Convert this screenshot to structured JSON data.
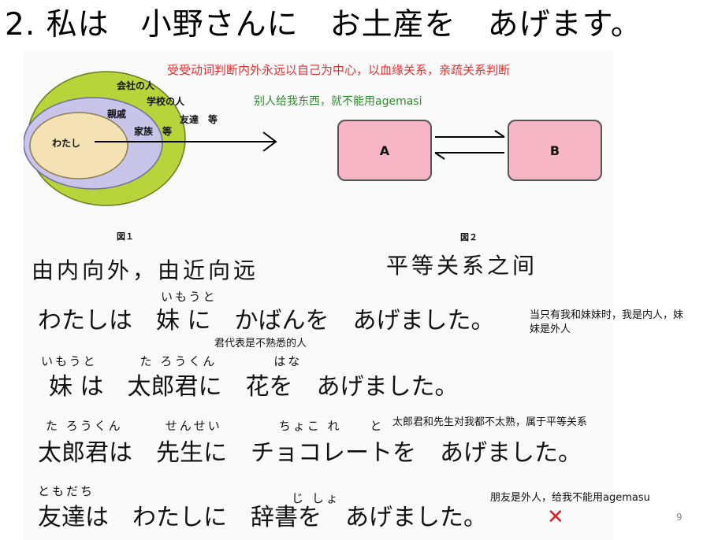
{
  "title": "2. 私は　小野さんに　お土産を　あげます。",
  "notes": {
    "rule": "受受动词判断内外永远以自己为中心，以血缘关系，亲疏关系判断",
    "others": "别人给我东西，就不能用agemasi",
    "sister": "当只有我和妹妹时，我是内人，妹妹是外人",
    "kun": "君代表是不熟悉的人",
    "taro": "太郎君和先生对我都不太熟，属于平等关系",
    "friend": "朋友是外人，给我不能用agemasu"
  },
  "diagram1": {
    "outer": "会社の人",
    "school": "学校の人",
    "relatives": "親戚",
    "friends": "友達　等",
    "family": "家族　等",
    "me": "わたし",
    "caption": "図１",
    "handwritten": "由内向外，由近向远"
  },
  "diagram2": {
    "box_a": "A",
    "box_b": "B",
    "caption": "図２",
    "handwritten": "平等关系之间"
  },
  "sentences": [
    {
      "ruby": "いもうと",
      "text": "わたしは　妹 に　かばんを　あげました。"
    },
    {
      "ruby": "いもうと　　　た ろうくん　　　　はな",
      "text": "妹 は　太郎君に　花を　あげました。"
    },
    {
      "ruby": "た ろうくん　　　せんせい　　　　ちょこ れ　　と",
      "text": "太郎君は　先生に　チョコレートを　あげました。"
    },
    {
      "ruby": "ともだち",
      "ruby2": "じ しょ",
      "text": "友達は　わたしに　辞書を　あげました。"
    }
  ],
  "mark": "✕",
  "page_number": "9"
}
